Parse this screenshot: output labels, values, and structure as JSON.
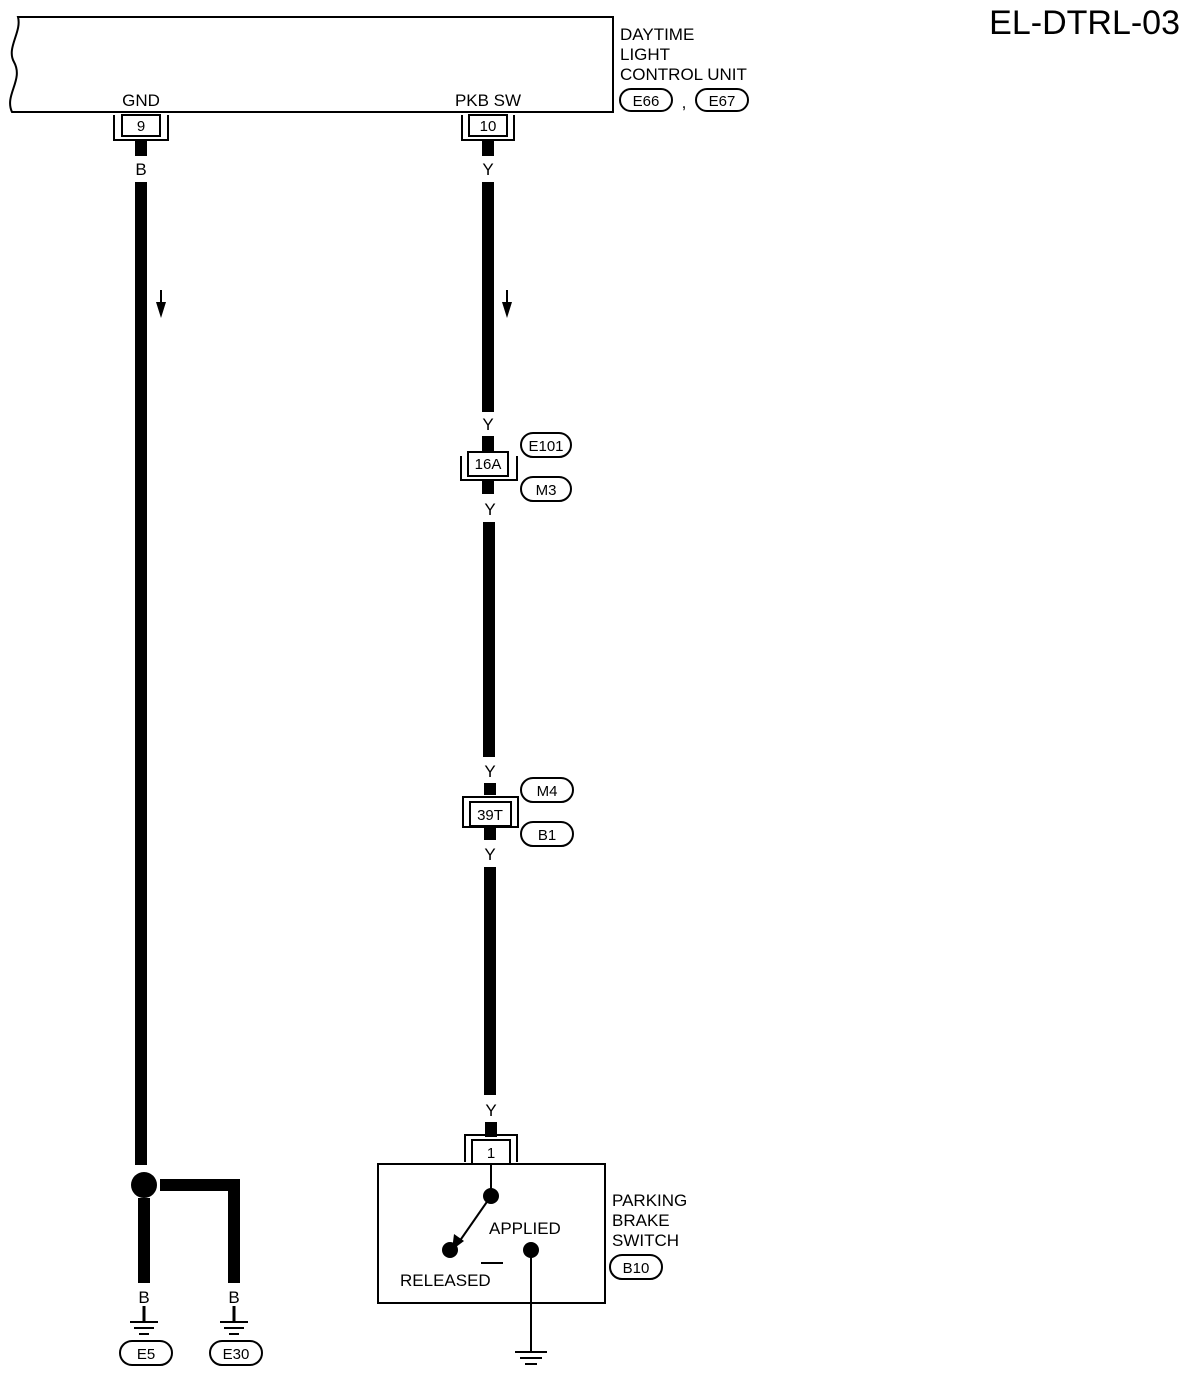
{
  "page_code": "EL-DTRL-03",
  "control_unit": {
    "lines": [
      "DAYTIME",
      "LIGHT",
      "CONTROL UNIT"
    ],
    "connectors": [
      "E66",
      "E67"
    ],
    "separator": ","
  },
  "terminals": {
    "gnd": {
      "label": "GND",
      "pin": "9"
    },
    "pkb": {
      "label": "PKB SW",
      "pin": "10"
    }
  },
  "wire_colors": {
    "black": "B",
    "yellow": "Y"
  },
  "joint_e101_m3": {
    "pin": "16A",
    "top": "E101",
    "bottom": "M3"
  },
  "joint_m4_b1": {
    "pin": "39T",
    "top": "M4",
    "bottom": "B1"
  },
  "parking_brake": {
    "lines": [
      "PARKING",
      "BRAKE",
      "SWITCH"
    ],
    "connector": "B10",
    "pin": "1",
    "applied": "APPLIED",
    "released": "RELEASED"
  },
  "grounds": [
    "E5",
    "E30"
  ]
}
